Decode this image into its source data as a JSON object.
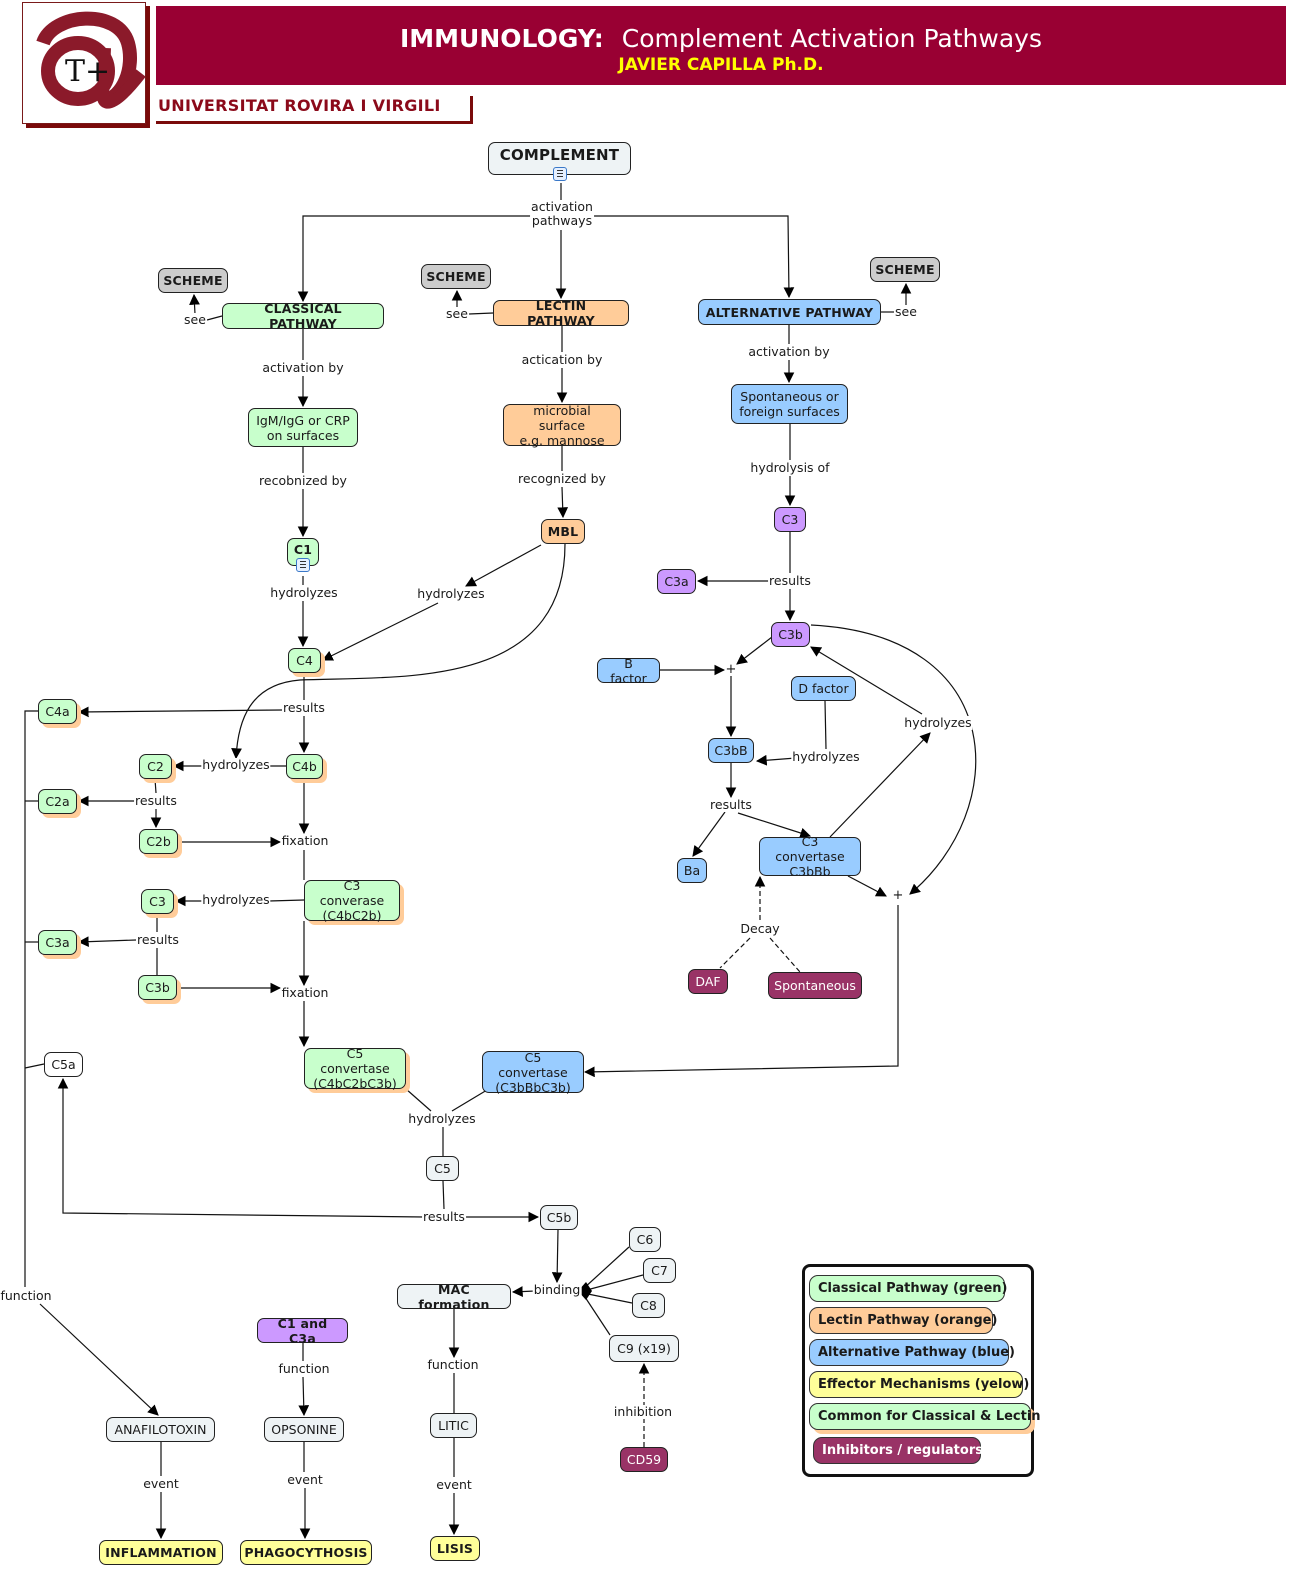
{
  "header": {
    "title_bold": "IMMUNOLOGY:",
    "title_rest": "Complement Activation Pathways",
    "author": "JAVIER CAPILLA Ph.D.",
    "university": "UNIVERSITAT ROVIRA I VIRGILI",
    "logo": "university-logo"
  },
  "colors": {
    "brand": "#990033",
    "author_text": "#ffff00",
    "classical": "#c8ffcc",
    "lectin": "#ffcc99",
    "alternative": "#99ccff",
    "c3_products": "#cc99ff",
    "effector": "#ffff99",
    "scheme": "#cccccc",
    "terminal": "#eef3f5",
    "inhibitor": "#993366"
  },
  "nodes": [
    {
      "id": "complement",
      "label": "COMPLEMENT",
      "color": "white",
      "bold": true,
      "icon": "document-icon"
    },
    {
      "id": "scheme-classical",
      "label": "SCHEME",
      "color": "gray",
      "bold": true
    },
    {
      "id": "scheme-lectin",
      "label": "SCHEME",
      "color": "gray",
      "bold": true
    },
    {
      "id": "scheme-alternative",
      "label": "SCHEME",
      "color": "gray",
      "bold": true
    },
    {
      "id": "classical-pathway",
      "label": "CLASSICAL PATHWAY",
      "color": "green",
      "bold": true
    },
    {
      "id": "lectin-pathway",
      "label": "LECTIN PATHWAY",
      "color": "orange",
      "bold": true
    },
    {
      "id": "alternative-pathway",
      "label": "ALTERNATIVE PATHWAY",
      "color": "blue",
      "bold": true
    },
    {
      "id": "igm-igg",
      "label": "IgM/IgG or CRP\non surfaces",
      "color": "green"
    },
    {
      "id": "microbial-surface",
      "label": "microbial surface\ne.g. mannose",
      "color": "orange"
    },
    {
      "id": "spontaneous-surfaces",
      "label": "Spontaneous or\nforeign surfaces",
      "color": "blue"
    },
    {
      "id": "c1",
      "label": "C1",
      "color": "green",
      "bold": true,
      "icon": "hierarchy-icon"
    },
    {
      "id": "mbl",
      "label": "MBL",
      "color": "orange",
      "bold": true
    },
    {
      "id": "alt-c3",
      "label": "C3",
      "color": "purple"
    },
    {
      "id": "alt-c3a",
      "label": "C3a",
      "color": "purple"
    },
    {
      "id": "alt-c3b",
      "label": "C3b",
      "color": "purple"
    },
    {
      "id": "b-factor",
      "label": "B factor",
      "color": "blue"
    },
    {
      "id": "d-factor",
      "label": "D factor",
      "color": "blue"
    },
    {
      "id": "c3bb",
      "label": "C3bB",
      "color": "blue"
    },
    {
      "id": "ba",
      "label": "Ba",
      "color": "blue"
    },
    {
      "id": "c3-convertase-alt",
      "label": "C3 convertase\nC3bBb",
      "color": "blue"
    },
    {
      "id": "daf",
      "label": "DAF",
      "color": "maroon"
    },
    {
      "id": "spontaneous-decay",
      "label": "Spontaneous",
      "color": "maroon"
    },
    {
      "id": "c4",
      "label": "C4",
      "color": "green",
      "shadow": true
    },
    {
      "id": "c4a",
      "label": "C4a",
      "color": "green",
      "shadow": true
    },
    {
      "id": "c4b",
      "label": "C4b",
      "color": "green",
      "shadow": true
    },
    {
      "id": "c2",
      "label": "C2",
      "color": "green",
      "shadow": true
    },
    {
      "id": "c2a",
      "label": "C2a",
      "color": "green",
      "shadow": true
    },
    {
      "id": "c2b",
      "label": "C2b",
      "color": "green",
      "shadow": true
    },
    {
      "id": "cl-c3",
      "label": "C3",
      "color": "green",
      "shadow": true
    },
    {
      "id": "cl-c3a",
      "label": "C3a",
      "color": "green",
      "shadow": true
    },
    {
      "id": "cl-c3b",
      "label": "C3b",
      "color": "green",
      "shadow": true
    },
    {
      "id": "c3-converase",
      "label": "C3 converase\n(C4bC2b)",
      "color": "green",
      "shadow": true
    },
    {
      "id": "c5-convertase-cl",
      "label": "C5 convertase\n(C4bC2bC3b)",
      "color": "green",
      "shadow": true
    },
    {
      "id": "c5-convertase-alt",
      "label": "C5 convertase\n(C3bBbC3b)",
      "color": "blue"
    },
    {
      "id": "c5a",
      "label": "C5a",
      "color": "pure"
    },
    {
      "id": "c5",
      "label": "C5",
      "color": "white"
    },
    {
      "id": "c5b",
      "label": "C5b",
      "color": "white"
    },
    {
      "id": "c6",
      "label": "C6",
      "color": "white"
    },
    {
      "id": "c7",
      "label": "C7",
      "color": "white"
    },
    {
      "id": "c8",
      "label": "C8",
      "color": "white"
    },
    {
      "id": "c9",
      "label": "C9 (x19)",
      "color": "white"
    },
    {
      "id": "cd59",
      "label": "CD59",
      "color": "maroon"
    },
    {
      "id": "mac-formation",
      "label": "MAC formation",
      "color": "white",
      "bold": true
    },
    {
      "id": "c1-and-c3a",
      "label": "C1 and C3a",
      "color": "purple",
      "bold": true
    },
    {
      "id": "anafilotoxin",
      "label": "ANAFILOTOXIN",
      "color": "white"
    },
    {
      "id": "opsonine",
      "label": "OPSONINE",
      "color": "white"
    },
    {
      "id": "litic",
      "label": "LITIC",
      "color": "white"
    },
    {
      "id": "inflammation",
      "label": "INFLAMMATION",
      "color": "yellow",
      "bold": true
    },
    {
      "id": "phagocythosis",
      "label": "PHAGOCYTHOSIS",
      "color": "yellow",
      "bold": true
    },
    {
      "id": "lisis",
      "label": "LISIS",
      "color": "yellow",
      "bold": true
    }
  ],
  "links": [
    {
      "id": "activation-pathways",
      "label": "activation\npathways"
    },
    {
      "id": "see-classical",
      "label": "see"
    },
    {
      "id": "see-lectin",
      "label": "see"
    },
    {
      "id": "see-alternative",
      "label": "see"
    },
    {
      "id": "activation-by-classical",
      "label": "activation by"
    },
    {
      "id": "actication-by-lectin",
      "label": "actication by"
    },
    {
      "id": "activation-by-alternative",
      "label": "activation by"
    },
    {
      "id": "recobnized-by",
      "label": "recobnized by"
    },
    {
      "id": "recognized-by",
      "label": "recognized by"
    },
    {
      "id": "hydrolysis-of",
      "label": "hydrolysis of"
    },
    {
      "id": "hydrolyzes-c1",
      "label": "hydrolyzes"
    },
    {
      "id": "hydrolyzes-mbl",
      "label": "hydrolyzes"
    },
    {
      "id": "results-alt-c3",
      "label": "results"
    },
    {
      "id": "plus-b",
      "label": "+"
    },
    {
      "id": "hydrolyzes-d",
      "label": "hydrolyzes"
    },
    {
      "id": "hydrolyzes-c3conv",
      "label": "hydrolyzes"
    },
    {
      "id": "results-c3bb",
      "label": "results"
    },
    {
      "id": "plus-c5",
      "label": "+"
    },
    {
      "id": "decay",
      "label": "Decay"
    },
    {
      "id": "results-c4",
      "label": "results"
    },
    {
      "id": "hydrolyzes-c4b",
      "label": "hydrolyzes"
    },
    {
      "id": "results-c2",
      "label": "results"
    },
    {
      "id": "fixation-1",
      "label": "fixation"
    },
    {
      "id": "hydrolyzes-c3conv-cl",
      "label": "hydrolyzes"
    },
    {
      "id": "results-cl-c3",
      "label": "results"
    },
    {
      "id": "fixation-2",
      "label": "fixation"
    },
    {
      "id": "hydrolyzes-c5",
      "label": "hydrolyzes"
    },
    {
      "id": "results-c5",
      "label": "results"
    },
    {
      "id": "binding",
      "label": "binding"
    },
    {
      "id": "inhibition",
      "label": "inhibition"
    },
    {
      "id": "function-anafilotoxin",
      "label": "function"
    },
    {
      "id": "function-opsonine",
      "label": "function"
    },
    {
      "id": "function-mac",
      "label": "function"
    },
    {
      "id": "event-inflammation",
      "label": "event"
    },
    {
      "id": "event-phagocythosis",
      "label": "event"
    },
    {
      "id": "event-lisis",
      "label": "event"
    }
  ],
  "legend": {
    "items": [
      {
        "label": "Classical Pathway (green)",
        "color": "green"
      },
      {
        "label": "Lectin Pathway (orange)",
        "color": "orange"
      },
      {
        "label": "Alternative Pathway (blue)",
        "color": "blue"
      },
      {
        "label": "Effector Mechanisms (yelow)",
        "color": "yellow"
      },
      {
        "label": "Common for Classical & Lectin",
        "color": "green",
        "shadow": true
      },
      {
        "label": "Inhibitors / regulators",
        "color": "maroon"
      }
    ]
  }
}
